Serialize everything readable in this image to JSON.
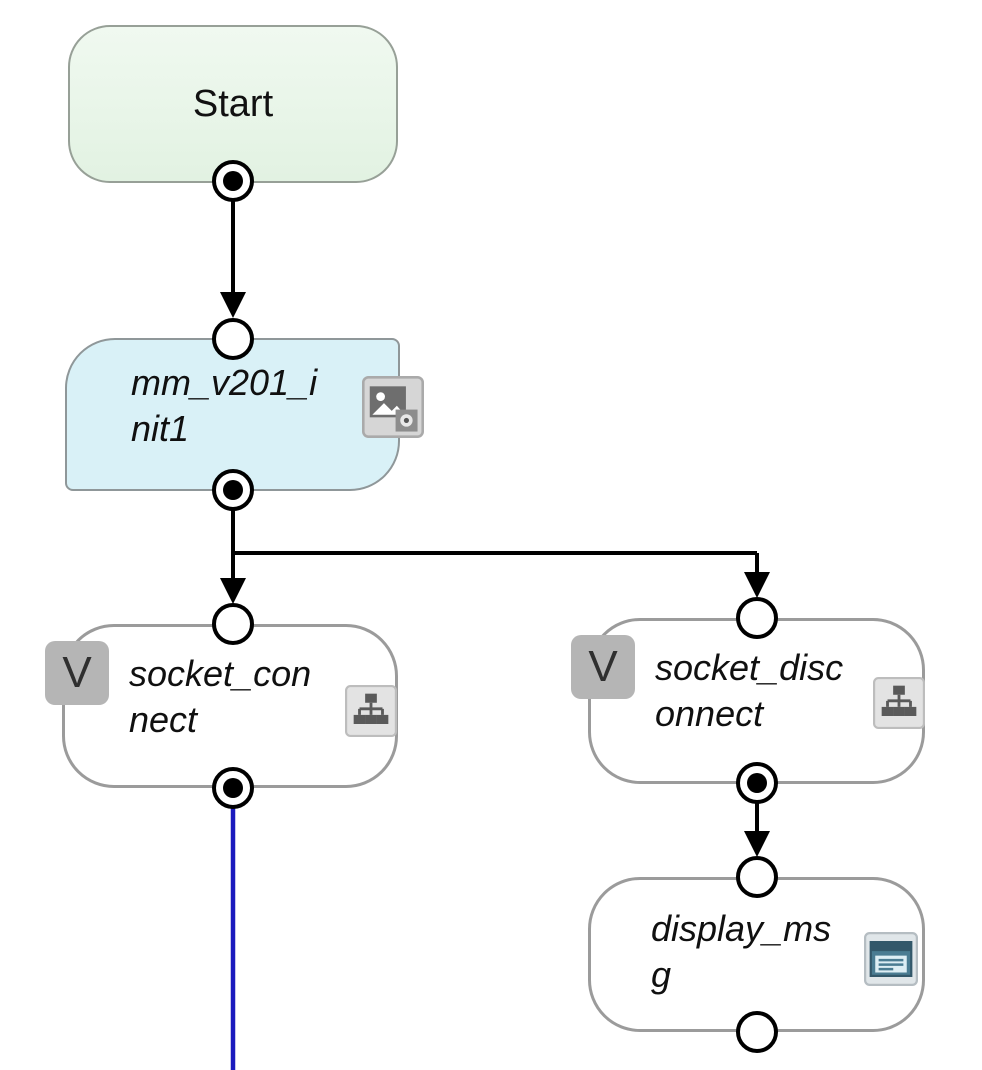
{
  "diagram": {
    "nodes": {
      "start": {
        "label": "Start"
      },
      "init": {
        "label": "mm_v201_i\nnit1",
        "icon": "vision-step-icon"
      },
      "socket_connect": {
        "label": "socket_con\nnect",
        "badge": "V",
        "icon": "subroutine-icon"
      },
      "socket_disconnect": {
        "label": "socket_disc\nonnect",
        "badge": "V",
        "icon": "subroutine-icon"
      },
      "display_msg": {
        "label": "display_ms\ng",
        "icon": "display-window-icon"
      }
    },
    "connections": [
      {
        "from": "start",
        "to": "init",
        "color": "#000000"
      },
      {
        "from": "init",
        "to": "socket_connect",
        "color": "#000000"
      },
      {
        "from": "init",
        "to": "socket_disconnect",
        "color": "#000000"
      },
      {
        "from": "socket_disconnect",
        "to": "display_msg",
        "color": "#000000"
      },
      {
        "from": "socket_connect",
        "to": "offscreen-bottom",
        "color": "#1a1abe"
      }
    ]
  },
  "colors": {
    "start_fill": "#e2f2e2",
    "init_fill": "#d9f1f7",
    "node_border": "#9b9b9b",
    "badge_bg": "#b5b5b5",
    "connector": "#000000",
    "blue_connector": "#1a1abe"
  }
}
